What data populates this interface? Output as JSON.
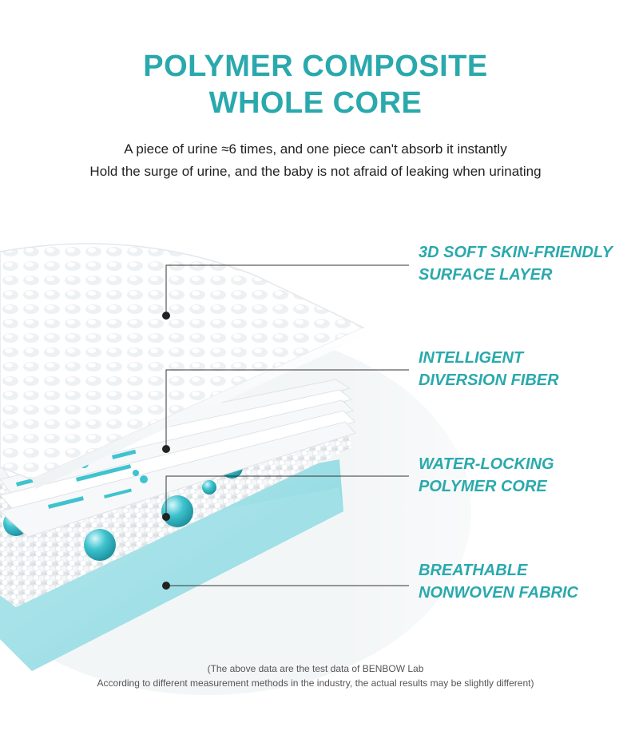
{
  "heading": {
    "line1": "POLYMER COMPOSITE",
    "line2": "WHOLE CORE"
  },
  "subtitle": {
    "line1": "A piece of urine ≈6 times, and one piece can't absorb it instantly",
    "line2": "Hold the surge of urine, and the baby is not afraid of leaking when urinating"
  },
  "layers": [
    {
      "line1": "3D SOFT SKIN-FRIENDLY",
      "line2": "SURFACE LAYER"
    },
    {
      "line1": "INTELLIGENT",
      "line2": "DIVERSION FIBER"
    },
    {
      "line1": "WATER-LOCKING",
      "line2": "POLYMER CORE"
    },
    {
      "line1": "BREATHABLE",
      "line2": "NONWOVEN FABRIC"
    }
  ],
  "footnote": {
    "line1": "(The above data are the test data of BENBOW Lab",
    "line2": "According to different measurement methods in the industry, the actual results may be slightly different)"
  },
  "colors": {
    "accent": "#2aa9ad",
    "text": "#222222",
    "footnote": "#555555",
    "gel": "#3fc3cf",
    "nonwoven": "#7fd6df"
  }
}
